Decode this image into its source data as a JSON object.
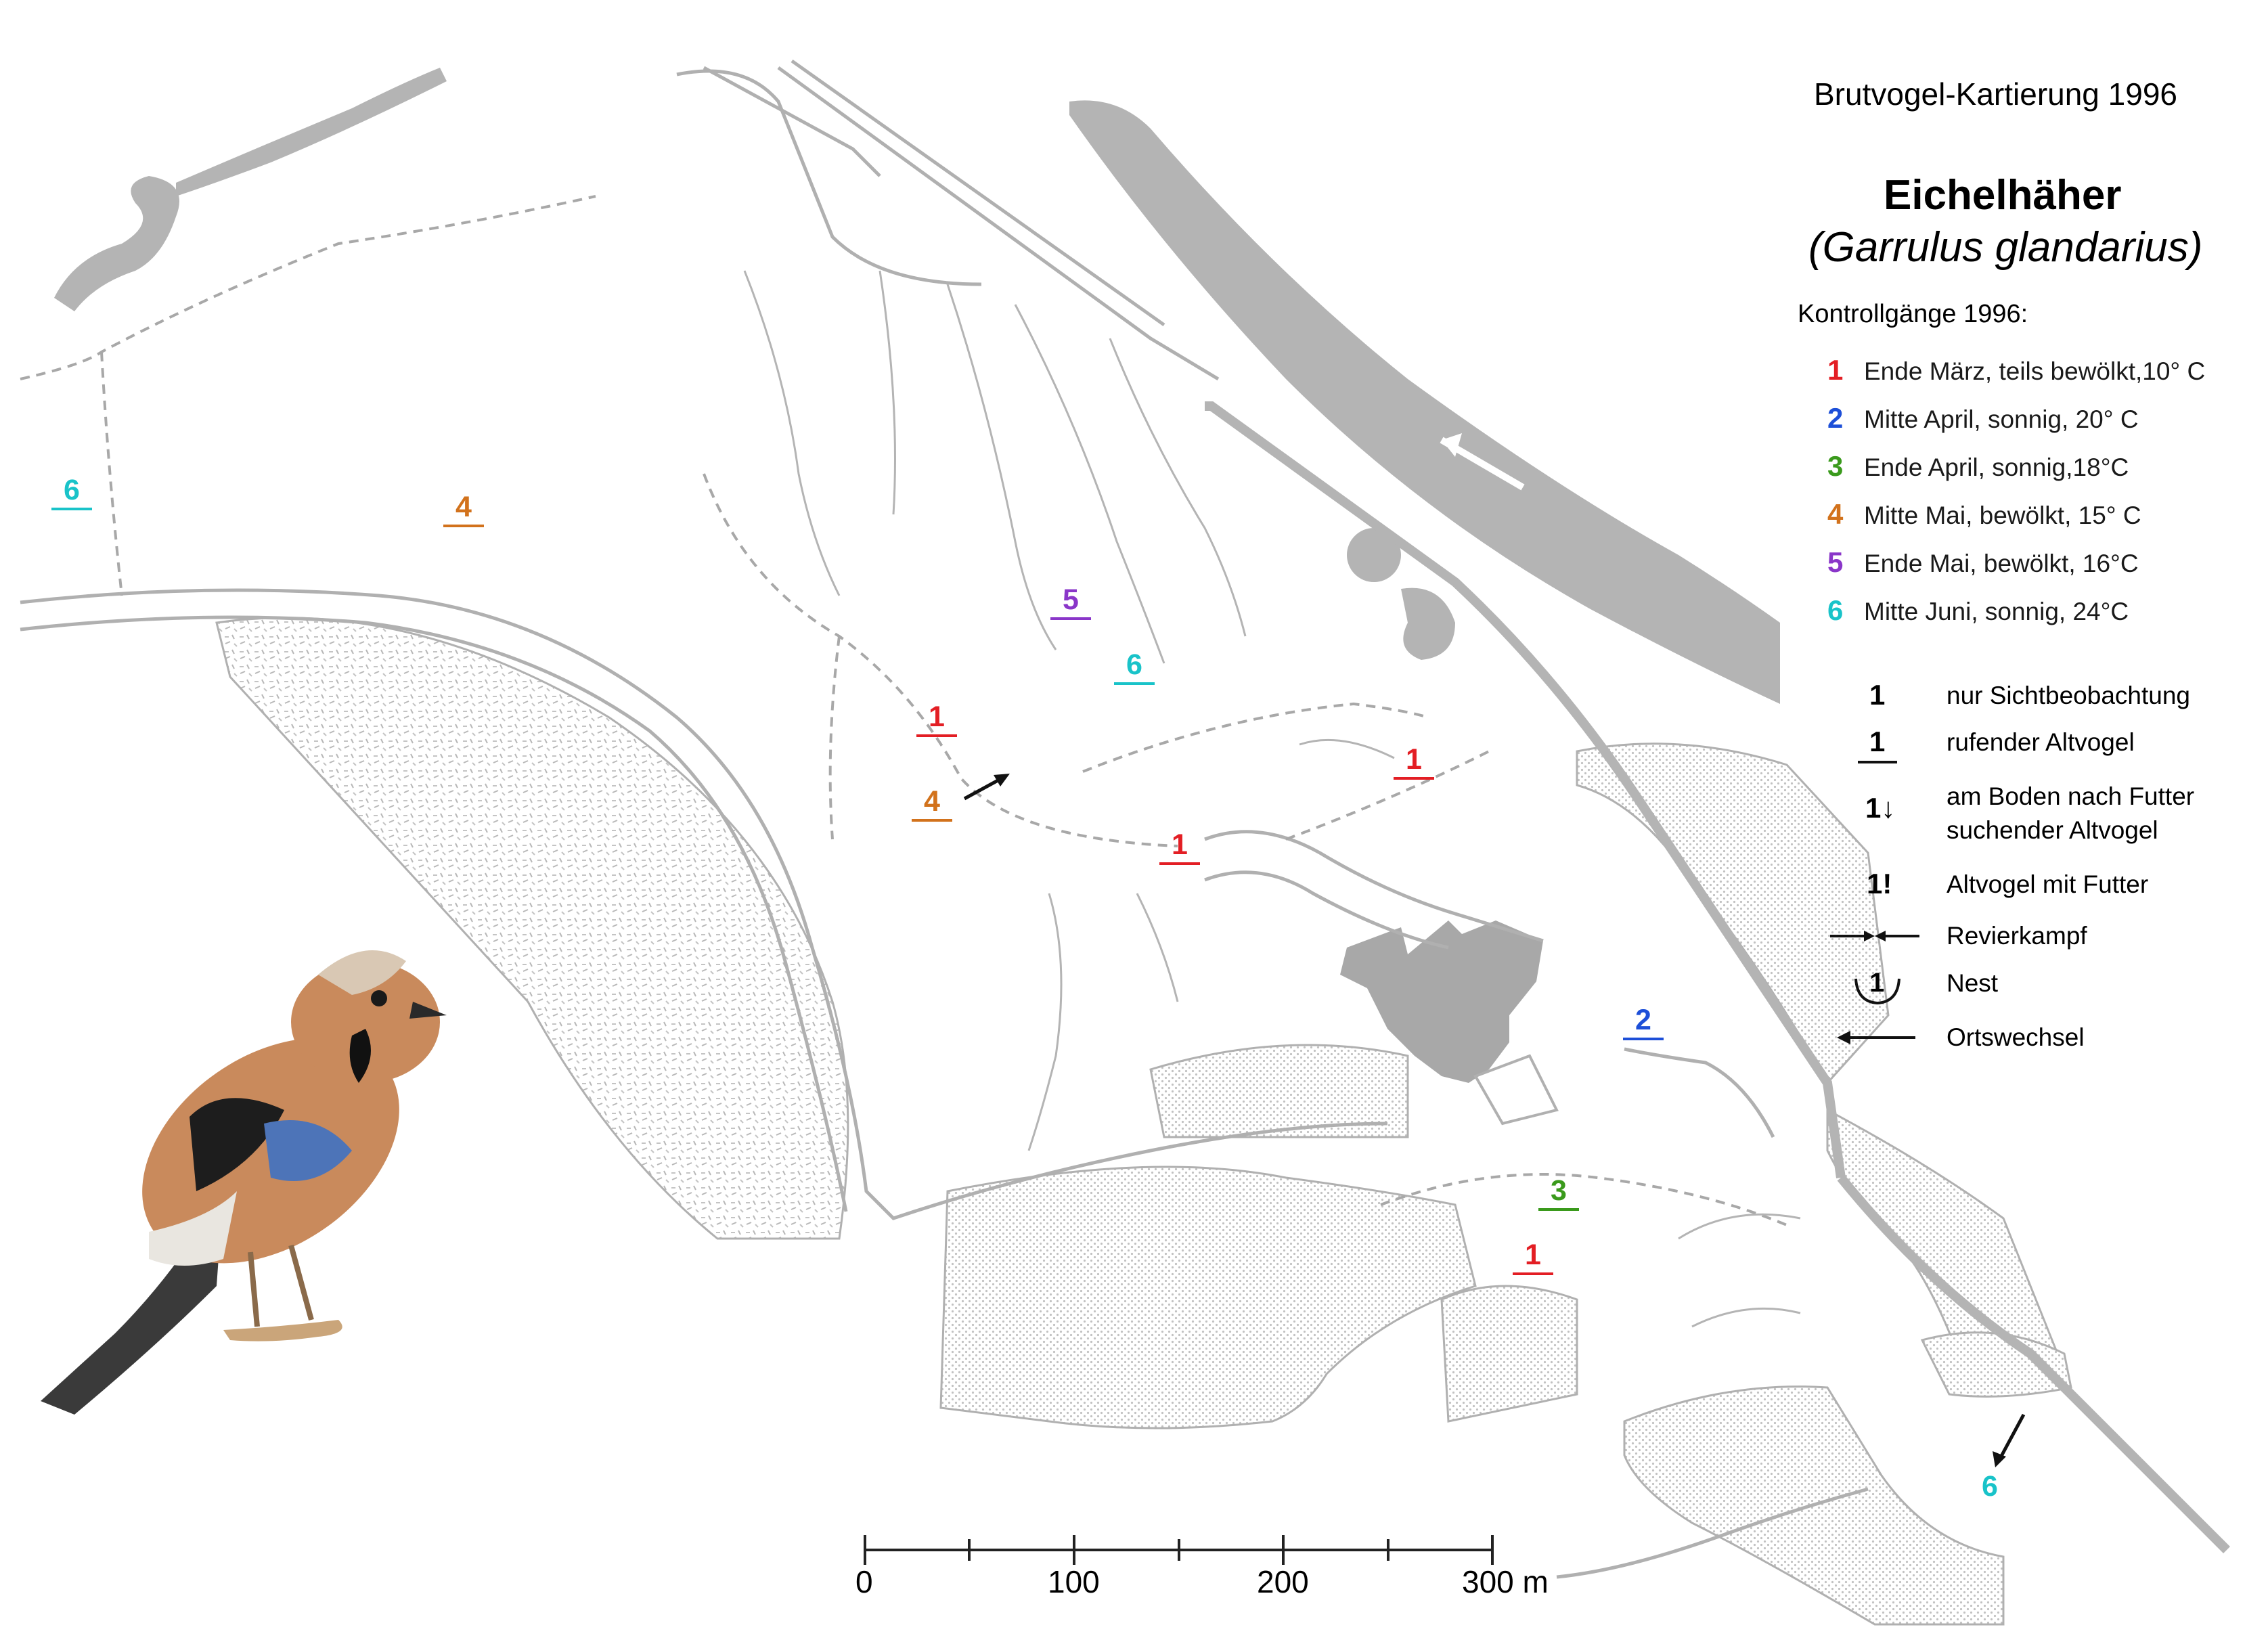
{
  "header": {
    "survey_title": "Brutvogel-Kartierung 1996",
    "species_name": "Eichelhäher",
    "species_latin": "(Garrulus glandarius)"
  },
  "legend": {
    "heading": "Kontrollgänge 1996:",
    "visits": [
      {
        "number": "1",
        "label": "Ende März, teils bewölkt,10° C",
        "color": "#e31e24"
      },
      {
        "number": "2",
        "label": "Mitte April, sonnig, 20° C",
        "color": "#1d4fd8"
      },
      {
        "number": "3",
        "label": "Ende April, sonnig,18°C",
        "color": "#3a9a1c"
      },
      {
        "number": "4",
        "label": "Mitte Mai, bewölkt, 15° C",
        "color": "#d2721c"
      },
      {
        "number": "5",
        "label": "Ende Mai, bewölkt, 16°C",
        "color": "#8a36c9"
      },
      {
        "number": "6",
        "label": "Mitte Juni, sonnig, 24°C",
        "color": "#19c3c9"
      }
    ],
    "symbols": [
      {
        "symbol": "1",
        "label": "nur Sichtbeobachtung"
      },
      {
        "symbol": "1",
        "label": "rufender Altvogel"
      },
      {
        "symbol": "1↓",
        "label_line1": "am Boden nach Futter",
        "label_line2": "suchender Altvogel"
      },
      {
        "symbol": "1!",
        "label": "Altvogel mit Futter"
      },
      {
        "symbol": "→←",
        "label": "Revierkampf"
      },
      {
        "symbol": "1",
        "label": "Nest"
      },
      {
        "symbol": "←",
        "label": "Ortswechsel"
      }
    ]
  },
  "observations": [
    {
      "number": "6",
      "visit": 6,
      "type": "calling"
    },
    {
      "number": "4",
      "visit": 4,
      "type": "calling"
    },
    {
      "number": "5",
      "visit": 5,
      "type": "calling"
    },
    {
      "number": "6",
      "visit": 6,
      "type": "calling"
    },
    {
      "number": "1",
      "visit": 1,
      "type": "calling"
    },
    {
      "number": "4",
      "visit": 4,
      "type": "calling"
    },
    {
      "number": "1",
      "visit": 1,
      "type": "calling"
    },
    {
      "number": "1",
      "visit": 1,
      "type": "calling"
    },
    {
      "number": "2",
      "visit": 2,
      "type": "calling"
    },
    {
      "number": "3",
      "visit": 3,
      "type": "calling"
    },
    {
      "number": "1",
      "visit": 1,
      "type": "calling"
    },
    {
      "number": "6",
      "visit": 6,
      "type": "sighting"
    }
  ],
  "scale_bar": {
    "ticks": [
      "0",
      "100",
      "200",
      "300 m"
    ]
  },
  "colors": {
    "water": "#b4b4b4",
    "building": "#a8a8a8",
    "line": "#b0b0b0",
    "hatch": "#bdbdbd"
  }
}
